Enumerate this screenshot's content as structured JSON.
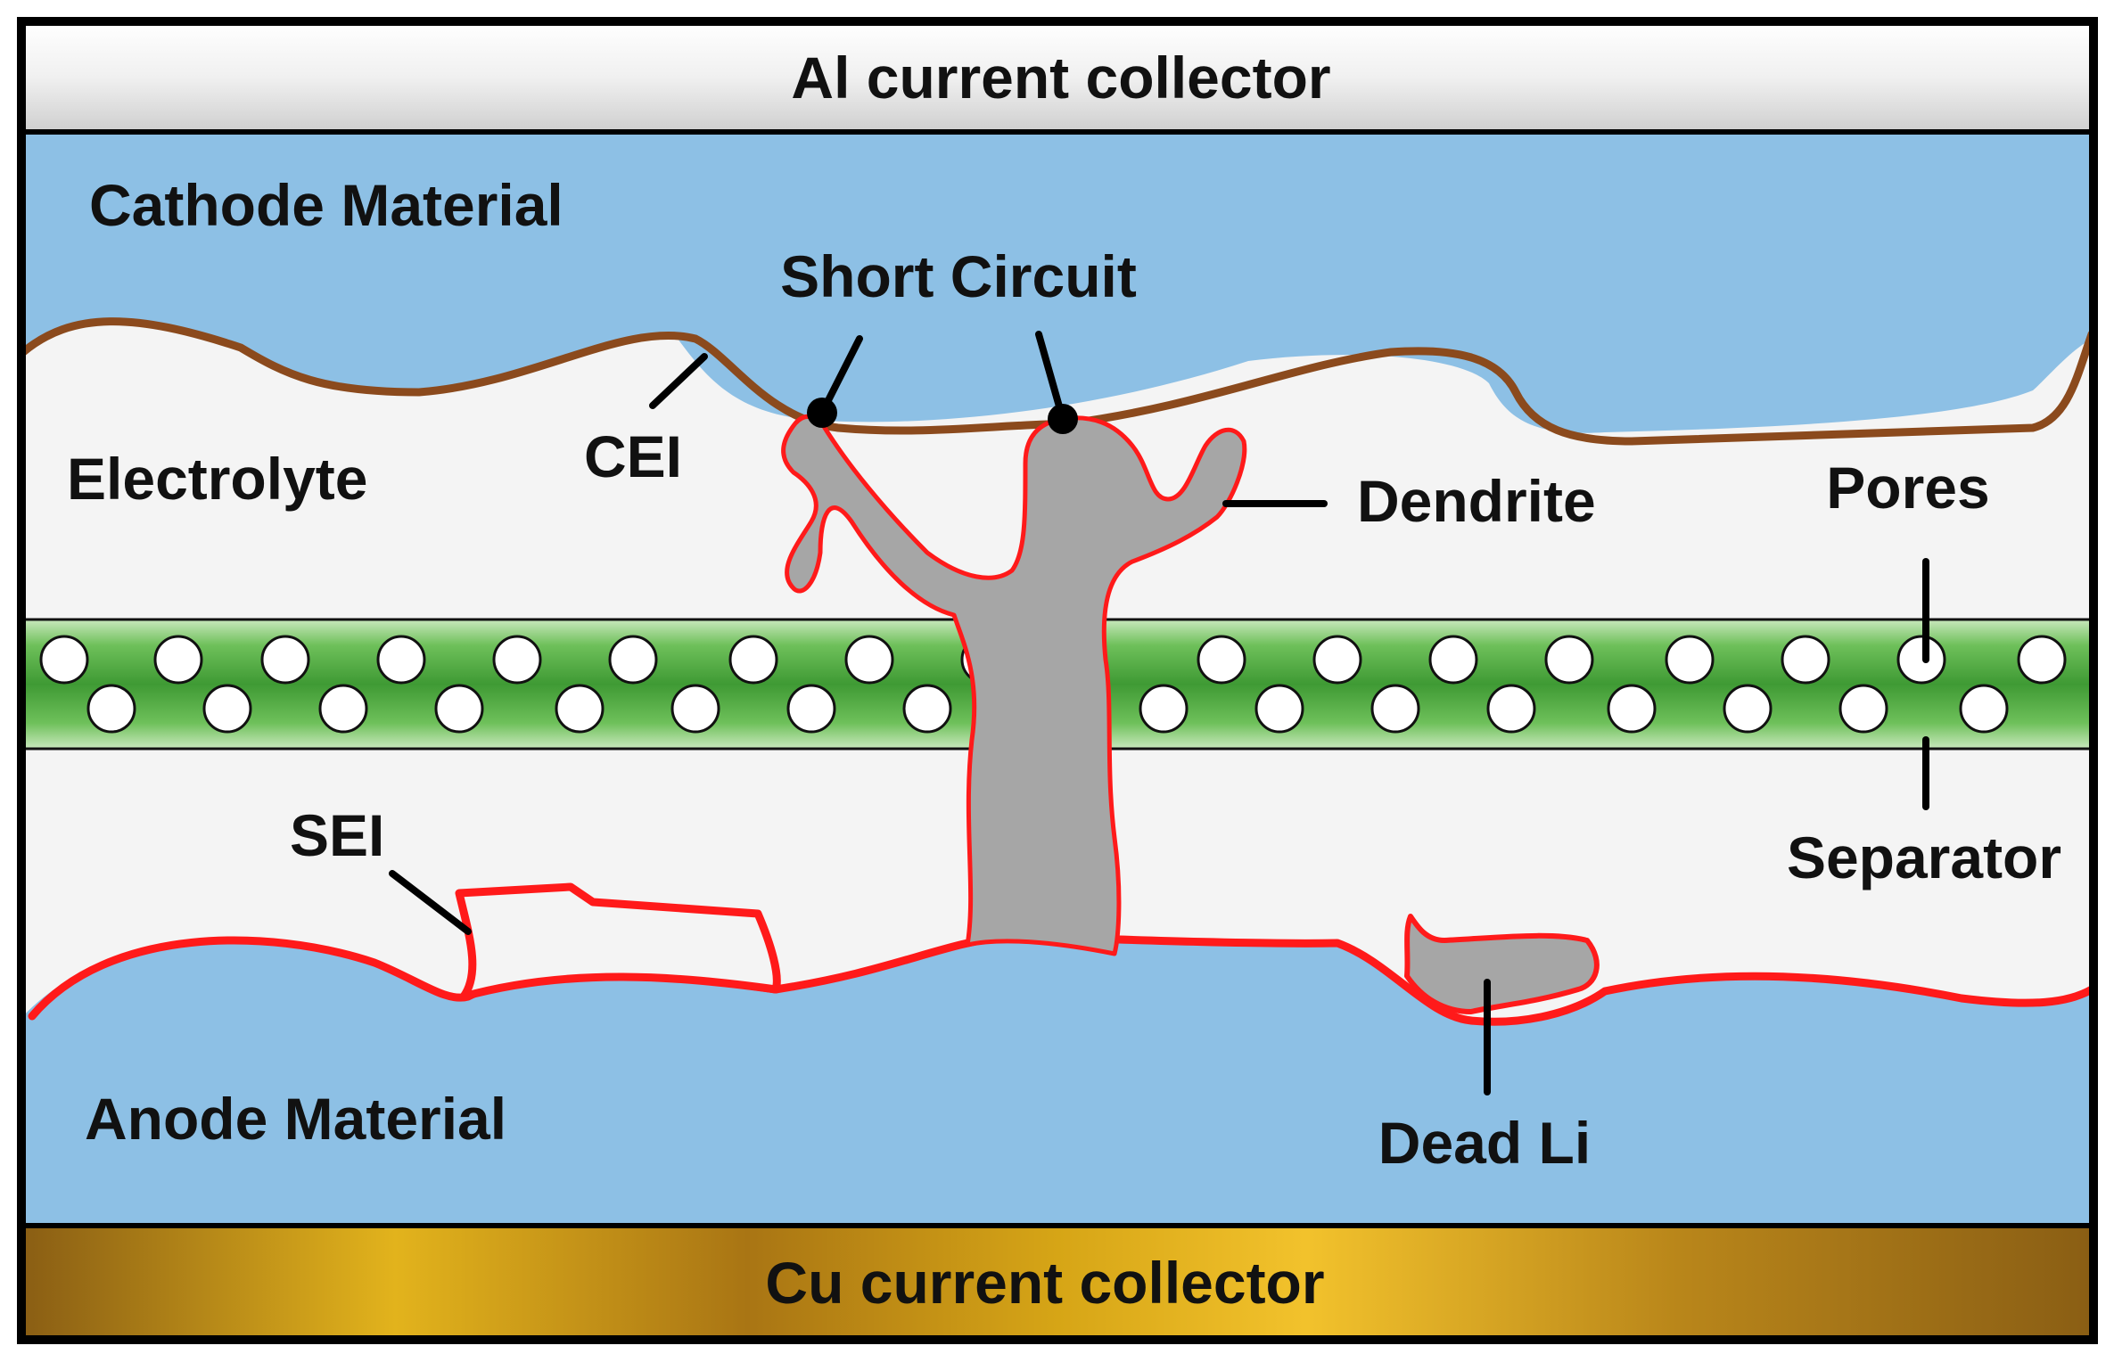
{
  "labels": {
    "al_collector": "Al current collector",
    "cu_collector": "Cu current collector",
    "cathode": "Cathode Material",
    "anode": "Anode Material",
    "electrolyte": "Electrolyte",
    "short_circuit": "Short Circuit",
    "cei": "CEI",
    "dendrite": "Dendrite",
    "pores": "Pores",
    "separator": "Separator",
    "sei": "SEI",
    "dead_li": "Dead Li"
  },
  "colors": {
    "cathode_fill": "#8dc0e5",
    "anode_fill": "#8dc0e5",
    "electrolyte_fill": "#f4f4f4",
    "al_collector_fill": "#e4e4e4",
    "cu_collector_fill": "#c9960e",
    "separator_fill": "#5cb04a",
    "pore_fill": "#ffffff",
    "cei_line": "#8b4a1d",
    "sei_line": "#ff1a1a",
    "lithium_fill": "#a6a6a6",
    "frame": "#000000"
  }
}
